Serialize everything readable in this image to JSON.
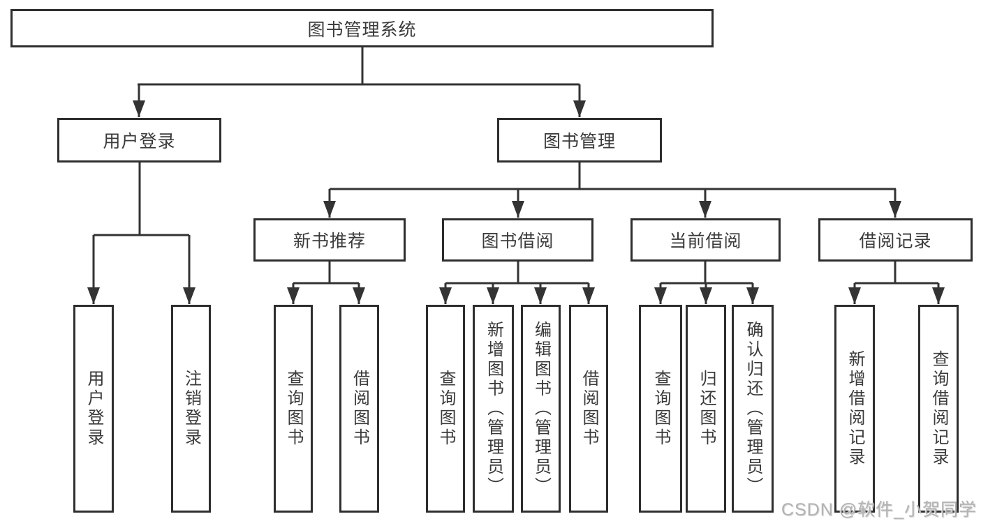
{
  "diagram": {
    "root": {
      "label": "图书管理系统"
    },
    "level2": [
      {
        "label": "用户登录"
      },
      {
        "label": "图书管理"
      }
    ],
    "level3": [
      {
        "label": "新书推荐"
      },
      {
        "label": "图书借阅"
      },
      {
        "label": "当前借阅"
      },
      {
        "label": "借阅记录"
      }
    ],
    "leaves": {
      "user_login": [
        "用户登录",
        "注销登录"
      ],
      "new_book": [
        "查询图书",
        "借阅图书"
      ],
      "book_borrow": [
        "查询图书",
        "新增图书（管理员）",
        "编辑图书（管理员）",
        "借阅图书"
      ],
      "current_borrow": [
        "查询图书",
        "归还图书",
        "确认归还（管理员）"
      ],
      "borrow_record": [
        "新增借阅记录",
        "查询借阅记录"
      ]
    },
    "watermark": "CSDN @软件_小贺同学",
    "colors": {
      "line": "#333333",
      "border": "#2e2e2e",
      "text": "#3a3a3a",
      "watermark": "#b3b3b3",
      "background": "#ffffff"
    }
  }
}
